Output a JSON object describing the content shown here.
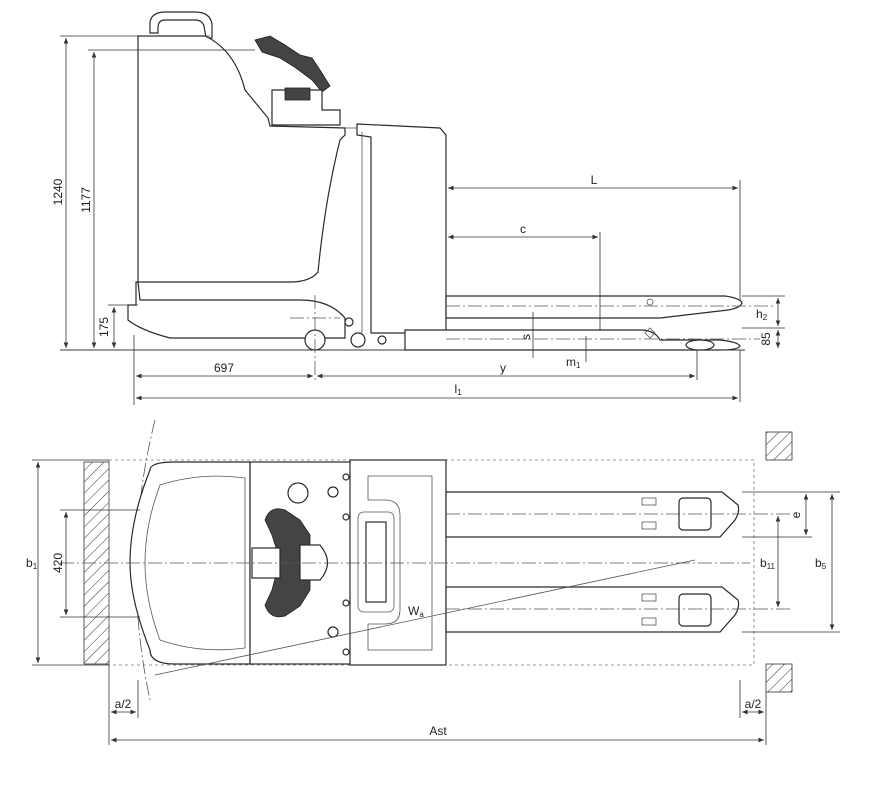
{
  "side_view": {
    "dim_1240": "1240",
    "dim_1177": "1177",
    "dim_175": "175",
    "dim_697": "697",
    "dim_y": "y",
    "dim_m1": "m",
    "dim_m1_sub": "1",
    "dim_l1": "l",
    "dim_l1_sub": "1",
    "dim_L": "L",
    "dim_c": "c",
    "dim_s": "s",
    "dim_h2": "h",
    "dim_h2_sub": "2",
    "dim_85": "85"
  },
  "top_view": {
    "dim_b1": "b",
    "dim_b1_sub": "1",
    "dim_420": "420",
    "dim_Wa": "W",
    "dim_Wa_sub": "a",
    "dim_e": "e",
    "dim_b11": "b",
    "dim_b11_sub": "11",
    "dim_b5": "b",
    "dim_b5_sub": "5",
    "dim_a2_left": "a/2",
    "dim_a2_right": "a/2",
    "dim_Ast": "Ast"
  }
}
